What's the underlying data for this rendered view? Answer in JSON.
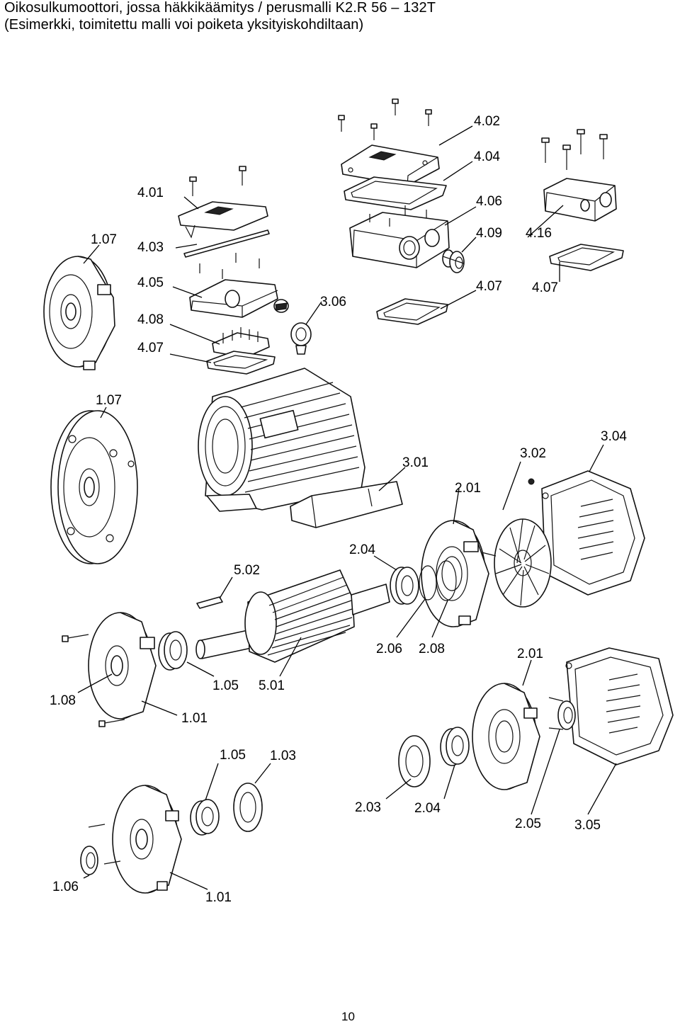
{
  "header": {
    "title_line1": "Oikosulkumoottori, jossa häkkikäämitys / perusmalli K2.R 56 – 132T",
    "title_line2": "(Esimerkki, toimitettu malli voi poiketa yksityiskohdiltaan)"
  },
  "labels": [
    {
      "id": "l-402",
      "text": "4.02"
    },
    {
      "id": "l-404",
      "text": "4.04"
    },
    {
      "id": "l-401",
      "text": "4.01"
    },
    {
      "id": "l-406",
      "text": "4.06"
    },
    {
      "id": "l-107a",
      "text": "1.07"
    },
    {
      "id": "l-403",
      "text": "4.03"
    },
    {
      "id": "l-409",
      "text": "4.09"
    },
    {
      "id": "l-416",
      "text": "4.16"
    },
    {
      "id": "l-405",
      "text": "4.05"
    },
    {
      "id": "l-407a",
      "text": "4.07"
    },
    {
      "id": "l-407b",
      "text": "4.07"
    },
    {
      "id": "l-306",
      "text": "3.06"
    },
    {
      "id": "l-408",
      "text": "4.08"
    },
    {
      "id": "l-407c",
      "text": "4.07"
    },
    {
      "id": "l-107b",
      "text": "1.07"
    },
    {
      "id": "l-304",
      "text": "3.04"
    },
    {
      "id": "l-302",
      "text": "3.02"
    },
    {
      "id": "l-301",
      "text": "3.01"
    },
    {
      "id": "l-201a",
      "text": "2.01"
    },
    {
      "id": "l-204a",
      "text": "2.04"
    },
    {
      "id": "l-502",
      "text": "5.02"
    },
    {
      "id": "l-206",
      "text": "2.06"
    },
    {
      "id": "l-208",
      "text": "2.08"
    },
    {
      "id": "l-201b",
      "text": "2.01"
    },
    {
      "id": "l-105a",
      "text": "1.05"
    },
    {
      "id": "l-501",
      "text": "5.01"
    },
    {
      "id": "l-108",
      "text": "1.08"
    },
    {
      "id": "l-101a",
      "text": "1.01"
    },
    {
      "id": "l-105b",
      "text": "1.05"
    },
    {
      "id": "l-103",
      "text": "1.03"
    },
    {
      "id": "l-203",
      "text": "2.03"
    },
    {
      "id": "l-204b",
      "text": "2.04"
    },
    {
      "id": "l-205",
      "text": "2.05"
    },
    {
      "id": "l-305",
      "text": "3.05"
    },
    {
      "id": "l-106",
      "text": "1.06"
    },
    {
      "id": "l-101b",
      "text": "1.01"
    }
  ],
  "footer": {
    "page_number": "10"
  }
}
